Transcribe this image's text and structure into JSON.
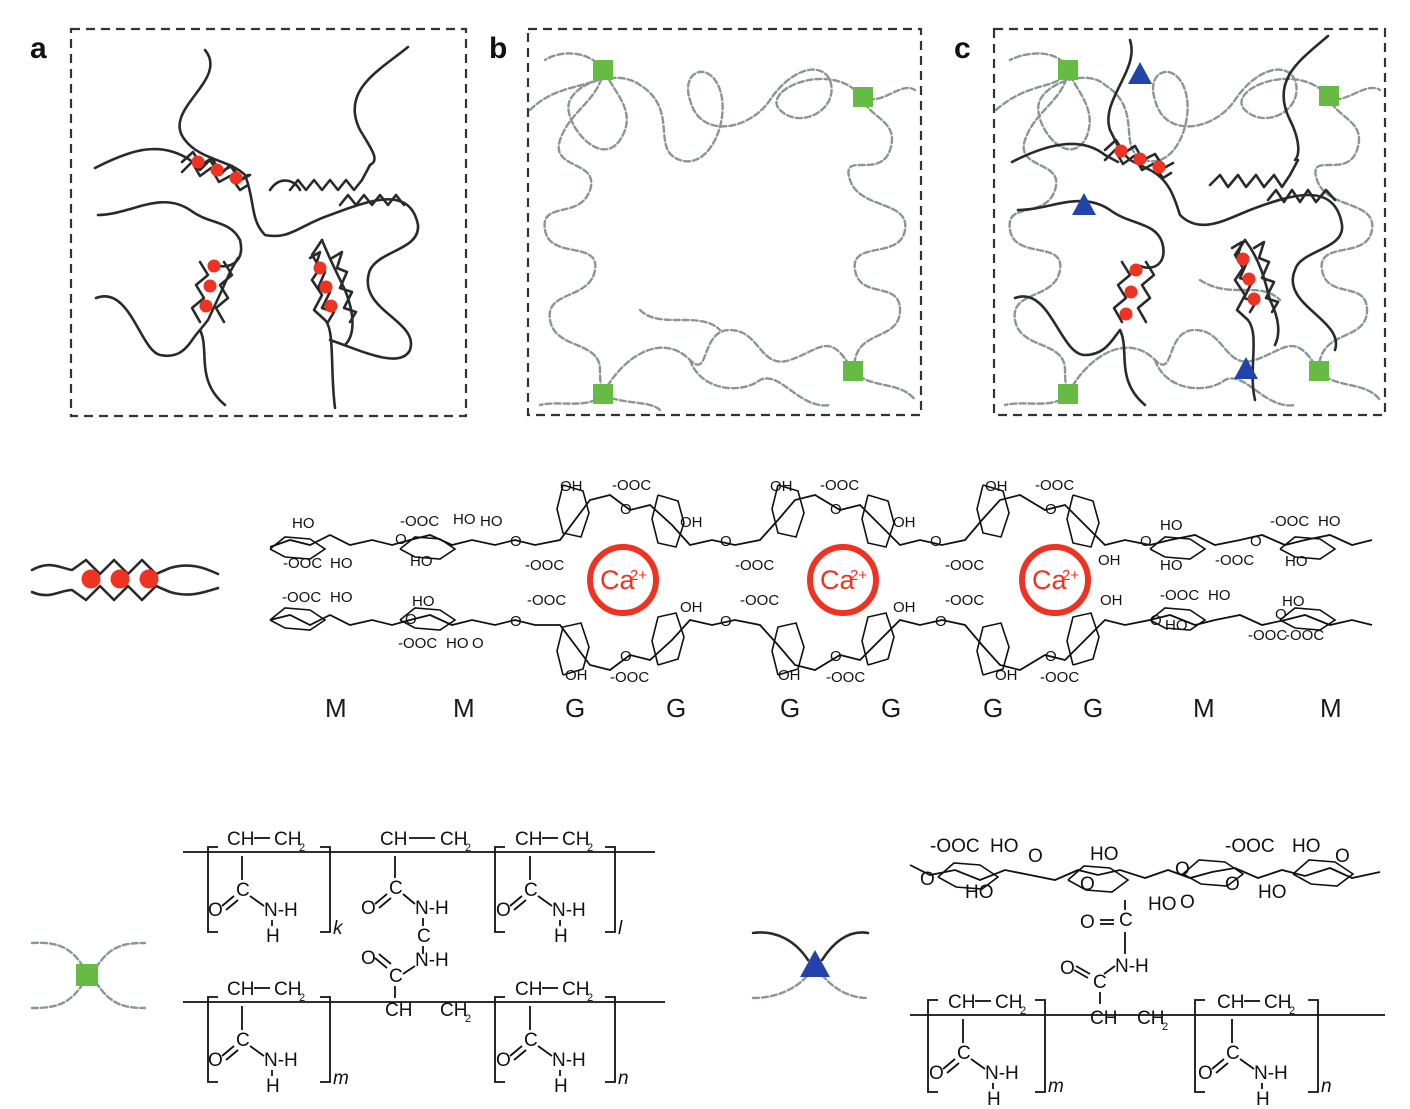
{
  "panels": {
    "a": {
      "label": "a"
    },
    "b": {
      "label": "b"
    },
    "c": {
      "label": "c"
    }
  },
  "egg_box": {
    "ions": [
      "Ca",
      "Ca",
      "Ca"
    ],
    "ion_charge": "2+",
    "monomers": [
      "M",
      "M",
      "G",
      "G",
      "G",
      "G",
      "G",
      "G",
      "M",
      "M"
    ],
    "groups": {
      "hydroxyl": "OH",
      "hydroxyl_rev": "HO",
      "carboxylate": "-OOC",
      "oxygen": "O"
    }
  },
  "crosslink_mba": {
    "units": {
      "ch": "CH",
      "ch2": "CH",
      "ch2_sub": "2",
      "c": "C",
      "o": "O",
      "n": "N",
      "h": "H",
      "nh": "N-H",
      "h_below": "H"
    },
    "indices": [
      "k",
      "l",
      "m",
      "n"
    ]
  },
  "crosslink_covalent": {
    "indices": [
      "m",
      "n"
    ],
    "groups": {
      "carboxylate": "-OOC",
      "hydroxyl_rev": "HO",
      "oxygen": "O",
      "amide_c": "C",
      "amide_o": "O",
      "amide_nh": "N-H"
    }
  },
  "colors": {
    "ionic_crosslink": "#ee3322",
    "covalent_crosslink_pam": "#66bb44",
    "covalent_crosslink_hybrid": "#2244aa",
    "alginate_chain": "#2a2a2a",
    "pam_chain": "#8a9690"
  },
  "legend_icons": [
    "ca-alginate-junction-icon",
    "mba-crosslink-icon",
    "hybrid-covalent-crosslink-icon"
  ]
}
